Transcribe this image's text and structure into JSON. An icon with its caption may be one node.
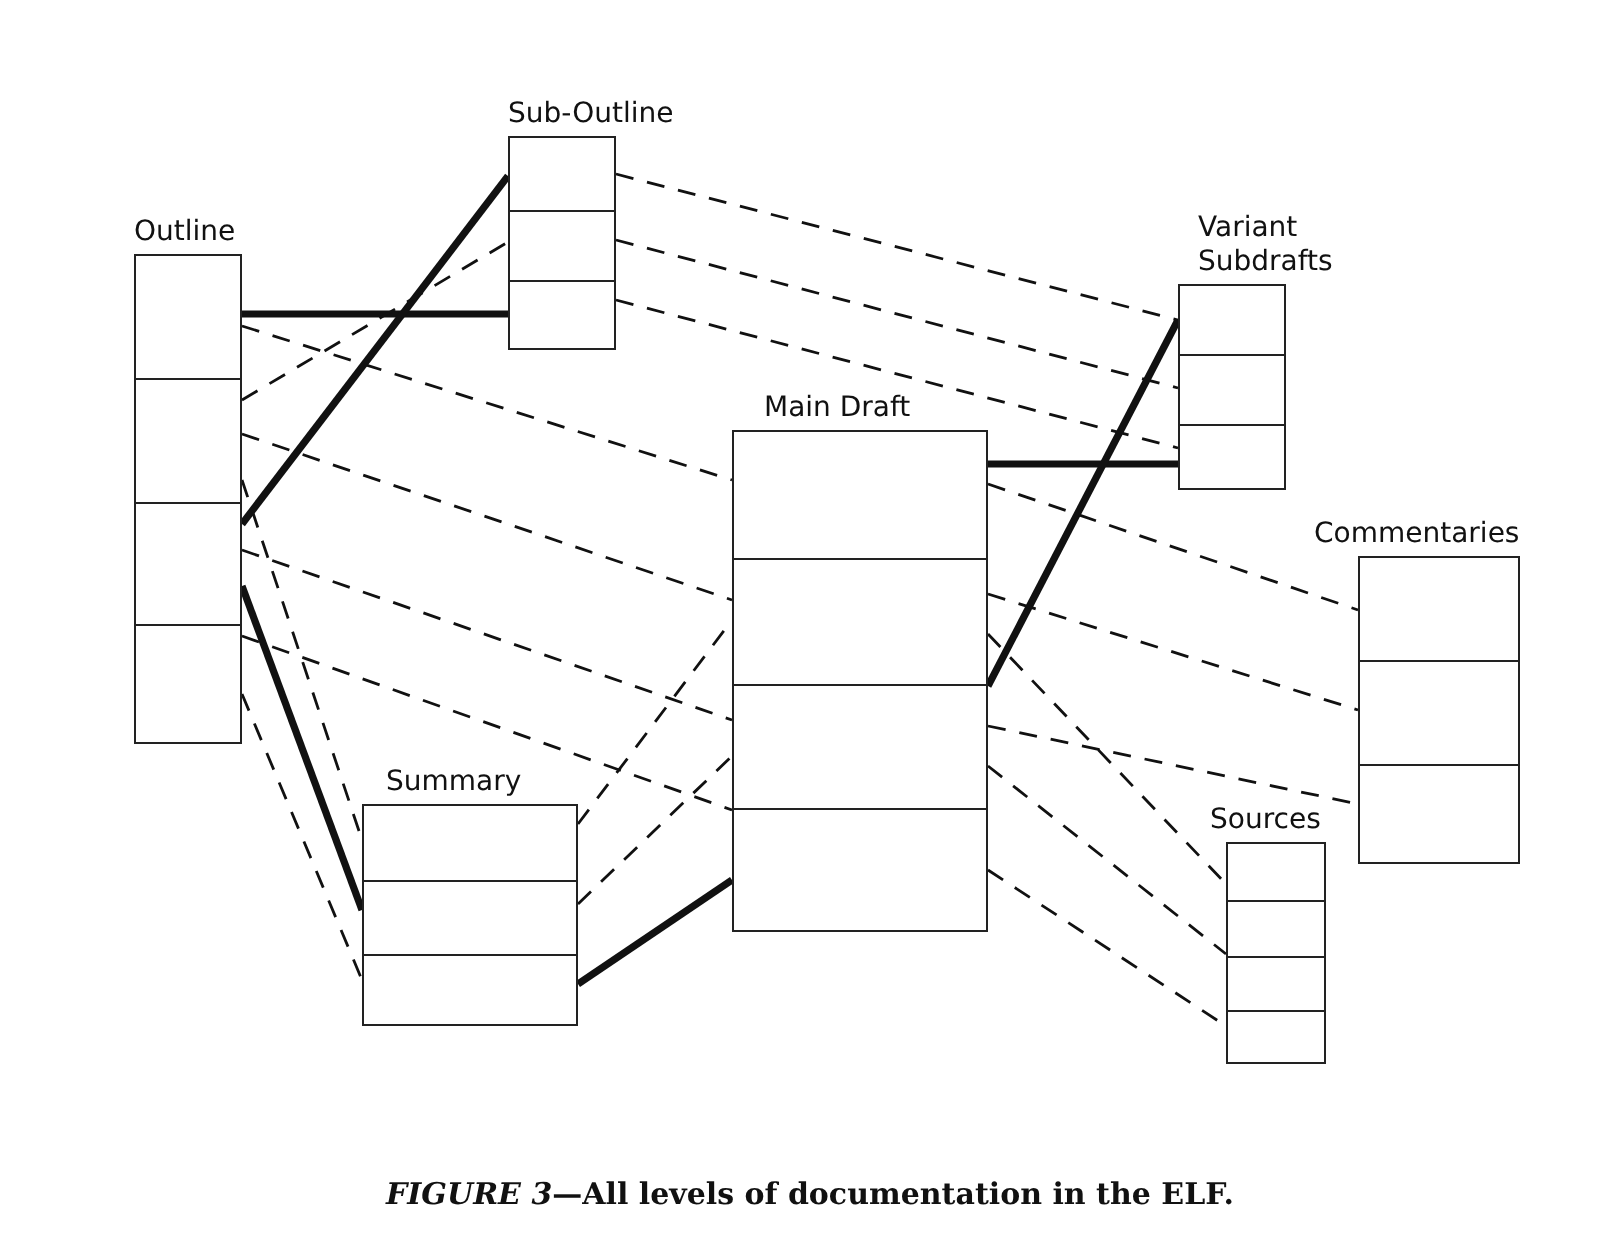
{
  "diagram": {
    "caption": "*FIGURE 3*—All levels of documentation in the ELF.",
    "nodes": [
      {
        "text": [
          "Outline"
        ]
      },
      {
        "text": [
          "Sub-Outline"
        ]
      },
      {
        "text": [
          "Variant Subdrafts"
        ]
      },
      {
        "text": [
          "Main Draft"
        ]
      },
      {
        "text": [
          "Commentaries"
        ]
      },
      {
        "text": [
          "Summary"
        ]
      },
      {
        "text": [
          "Sources"
        ]
      }
    ],
    "edges": [
      {
        "from": 0,
        "to": 1,
        "arrow": "none",
        "style": "thick"
      },
      {
        "from": 0,
        "to": 1,
        "arrow": "none",
        "style": "thick"
      },
      {
        "from": 0,
        "to": 1,
        "arrow": "none",
        "style": "dashed"
      },
      {
        "from": 1,
        "to": 2,
        "arrow": "none",
        "style": "dashed"
      },
      {
        "from": 1,
        "to": 2,
        "arrow": "none",
        "style": "dashed"
      },
      {
        "from": 1,
        "to": 2,
        "arrow": "none",
        "style": "dashed"
      },
      {
        "from": 0,
        "to": 3,
        "arrow": "none",
        "style": "dashed"
      },
      {
        "from": 0,
        "to": 3,
        "arrow": "none",
        "style": "dashed"
      },
      {
        "from": 0,
        "to": 3,
        "arrow": "none",
        "style": "dashed"
      },
      {
        "from": 0,
        "to": 3,
        "arrow": "none",
        "style": "dashed"
      },
      {
        "from": 0,
        "to": 5,
        "arrow": "none",
        "style": "dashed"
      },
      {
        "from": 0,
        "to": 5,
        "arrow": "none",
        "style": "thick"
      },
      {
        "from": 0,
        "to": 5,
        "arrow": "none",
        "style": "dashed"
      },
      {
        "from": 5,
        "to": 3,
        "arrow": "none",
        "style": "dashed"
      },
      {
        "from": 5,
        "to": 3,
        "arrow": "none",
        "style": "dashed"
      },
      {
        "from": 5,
        "to": 3,
        "arrow": "none",
        "style": "thick"
      },
      {
        "from": 3,
        "to": 2,
        "arrow": "none",
        "style": "thick"
      },
      {
        "from": 3,
        "to": 2,
        "arrow": "none",
        "style": "thick"
      },
      {
        "from": 3,
        "to": 4,
        "arrow": "none",
        "style": "dashed"
      },
      {
        "from": 3,
        "to": 4,
        "arrow": "none",
        "style": "dashed"
      },
      {
        "from": 3,
        "to": 4,
        "arrow": "none",
        "style": "dashed"
      },
      {
        "from": 3,
        "to": 6,
        "arrow": "none",
        "style": "dashed"
      },
      {
        "from": 3,
        "to": 6,
        "arrow": "none",
        "style": "dashed"
      },
      {
        "from": 3,
        "to": 6,
        "arrow": "none",
        "style": "dashed"
      }
    ]
  }
}
